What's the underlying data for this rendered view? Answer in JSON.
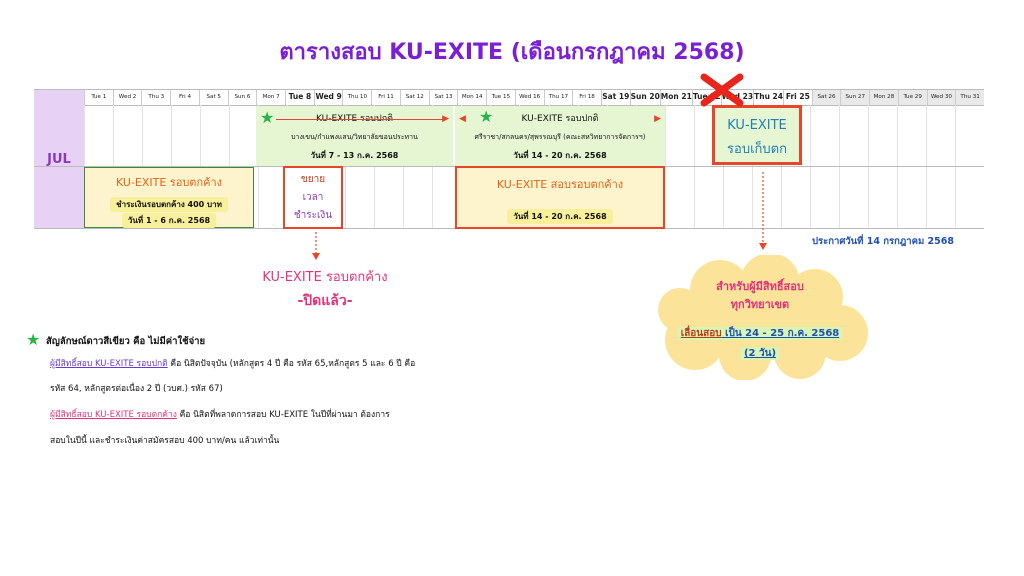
{
  "title": "ตารางสอบ KU-EXITE (เดือนกรกฎาคม 2568)",
  "month": "JUL",
  "days": [
    "Tue 1",
    "Wed 2",
    "Thu 3",
    "Fri 4",
    "Sat 5",
    "Sun 6",
    "Mon 7",
    "Tue 8",
    "Wed 9",
    "Thu 10",
    "Fri 11",
    "Sat 12",
    "Sat 13",
    "Mon 14",
    "Tue 15",
    "Wed 16",
    "Thu 17",
    "Fri 18",
    "Sat 19",
    "Sun 20",
    "Mon 21",
    "Tue 22",
    "Wed 23",
    "Thu 24",
    "Fri 25",
    "Sat 26",
    "Sun 27",
    "Mon 28",
    "Tue 29",
    "Wed 30",
    "Thu 31"
  ],
  "regular1": {
    "heading": "KU-EXITE รอบปกติ",
    "campus": "บางเขน/กำแพงแสน/วิทยาลัยขอนประทาน",
    "dates": "วันที่ 7 - 13 ก.ค. 2568"
  },
  "regular2": {
    "heading": "KU-EXITE รอบปกติ",
    "campus": "ศรีราชา/สกลนคร/สุพรรณบุรี (คณะสหวิทยาการจัดการฯ)",
    "dates": "วันที่ 14 - 20 ก.ค. 2568"
  },
  "makeup_box": {
    "line1": "KU-EXITE",
    "line2": "รอบเก็บตก"
  },
  "backlog1": {
    "heading": "KU-EXITE รอบตกค้าง",
    "fee": "ชำระเงินรอบตกค้าง 400 บาท",
    "dates": "วันที่ 1 - 6 ก.ค. 2568"
  },
  "extend": {
    "l1": "ขยาย",
    "l2": "เวลา",
    "l3": "ชำระเงิน"
  },
  "backlog2": {
    "heading": "KU-EXITE สอบรอบตกค้าง",
    "dates": "วันที่ 14 - 20 ก.ค. 2568"
  },
  "announce": "ประกาศวันที่  14 กรกฎาคม 2568",
  "closed": {
    "l1": "KU-EXITE รอบตกค้าง",
    "l2": "-ปิดแล้ว-"
  },
  "cloud": {
    "l1": "สำหรับผู้มีสิทธิ์สอบ",
    "l2": "ทุกวิทยาเขต",
    "l3_a": "เลื่อนสอบ",
    "l3_b": " เป็น 24 - 25 ก.ค. 2568",
    "l4": "(2 วัน)"
  },
  "legend": {
    "head": "สัญลักษณ์ดาวสีเขียว คือ ไม่มีค่าใช้จ่าย",
    "p1_link": "ผู้มีสิทธิ์สอบ KU-EXITE รอบปกติ",
    "p1_text": " คือ นิสิตปัจจุบัน (หลักสูตร 4 ปี คือ รหัส 65,หลักสูตร 5 และ 6 ปี คือ",
    "p1_text2": "รหัส 64, หลักสูตรต่อเนื่อง 2 ปี (วบศ.) รหัส 67)",
    "p2_link": "ผู้มีสิทธิ์สอบ KU-EXITE รอบตกค้าง",
    "p2_text": " คือ  นิสิตที่พลาดการสอบ KU-EXITE ในปีที่ผ่านมา ต้องการ",
    "p2_text2": "สอบในปีนี้ และชำระเงินค่าสมัครสอบ 400 บาท/คน แล้วเท่านั้น"
  },
  "colors": {
    "title": "#7b1fd6",
    "orange": "#e0651a",
    "red_border": "#e8462a",
    "green": "#27b54a",
    "blue": "#1e4fb5",
    "pink": "#e2337a"
  }
}
